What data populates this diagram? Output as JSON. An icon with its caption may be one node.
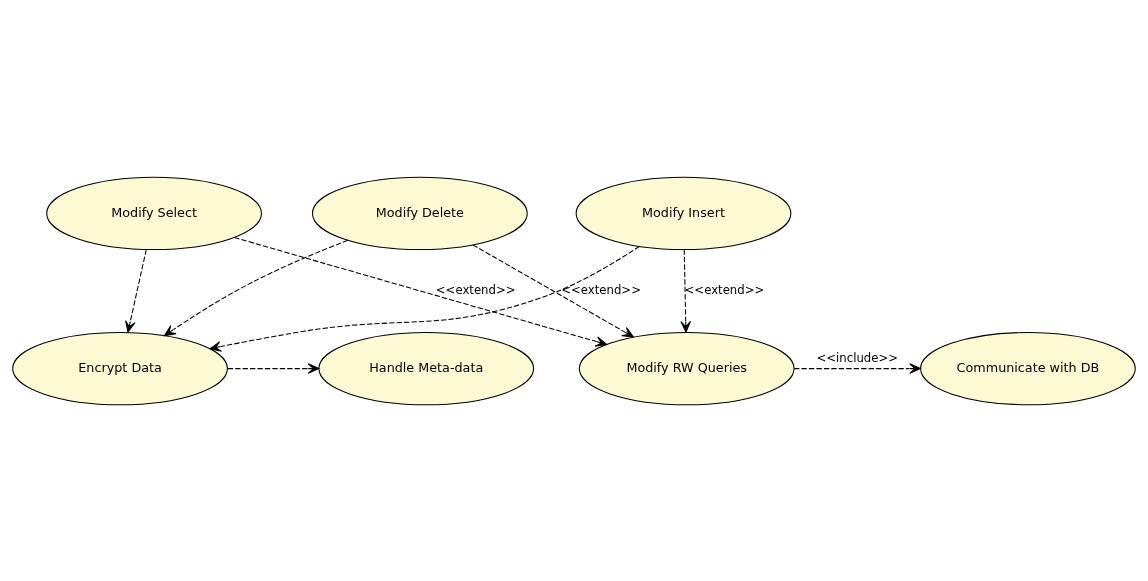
{
  "diagram": {
    "nodes": [
      {
        "text": [
          "Modify RW Queries"
        ]
      },
      {
        "text": [
          "Communicate with DB"
        ]
      },
      {
        "text": [
          "Modify Select"
        ]
      },
      {
        "text": [
          "Modify Insert"
        ]
      },
      {
        "text": [
          "Modify Delete"
        ]
      },
      {
        "text": [
          "Encrypt Data"
        ]
      },
      {
        "text": [
          "Handle Meta-data"
        ]
      }
    ],
    "edges": [
      {
        "from": 0,
        "to": 1,
        "arrow": "to",
        "label": "<<include>>",
        "style": "dashed"
      },
      {
        "from": 2,
        "to": 0,
        "arrow": "to",
        "label": "<<extend>>",
        "style": "dashed"
      },
      {
        "from": 3,
        "to": 0,
        "arrow": "to",
        "label": "<<extend>>",
        "style": "dashed"
      },
      {
        "from": 4,
        "to": 0,
        "arrow": "to",
        "label": "<<extend>>",
        "style": "dashed"
      },
      {
        "from": 2,
        "to": 5,
        "arrow": "to",
        "style": "dashed"
      },
      {
        "from": 3,
        "to": 5,
        "arrow": "to",
        "style": "dashed"
      },
      {
        "from": 4,
        "to": 5,
        "arrow": "to",
        "style": "dashed"
      },
      {
        "from": 5,
        "to": 6,
        "arrow": "to",
        "style": "dashed"
      }
    ]
  }
}
